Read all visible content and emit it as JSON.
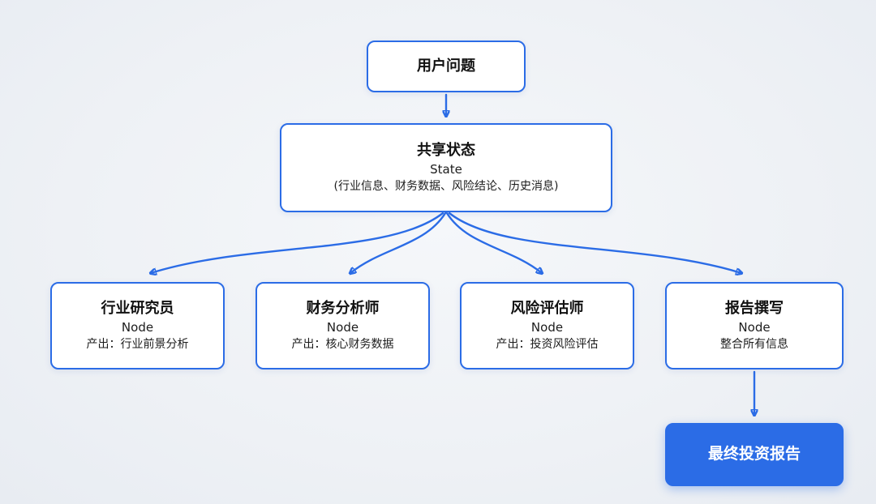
{
  "diagram": {
    "colors": {
      "accent": "#2b6ce6",
      "background": "#eef1f5",
      "node_background": "#ffffff",
      "final_node_background": "#2b6ce6",
      "final_node_text": "#ffffff",
      "text": "#111111"
    },
    "nodes": {
      "user_question": {
        "title": "用户问题"
      },
      "shared_state": {
        "title": "共享状态",
        "subtitle": "State",
        "detail": "(行业信息、财务数据、风险结论、历史消息)"
      },
      "industry_researcher": {
        "title": "行业研究员",
        "subtitle": "Node",
        "detail": "产出：行业前景分析"
      },
      "financial_analyst": {
        "title": "财务分析师",
        "subtitle": "Node",
        "detail": "产出：核心财务数据"
      },
      "risk_assessor": {
        "title": "风险评估师",
        "subtitle": "Node",
        "detail": "产出：投资风险评估"
      },
      "report_writer": {
        "title": "报告撰写",
        "subtitle": "Node",
        "detail": "整合所有信息"
      },
      "final_report": {
        "title": "最终投资报告"
      }
    }
  }
}
